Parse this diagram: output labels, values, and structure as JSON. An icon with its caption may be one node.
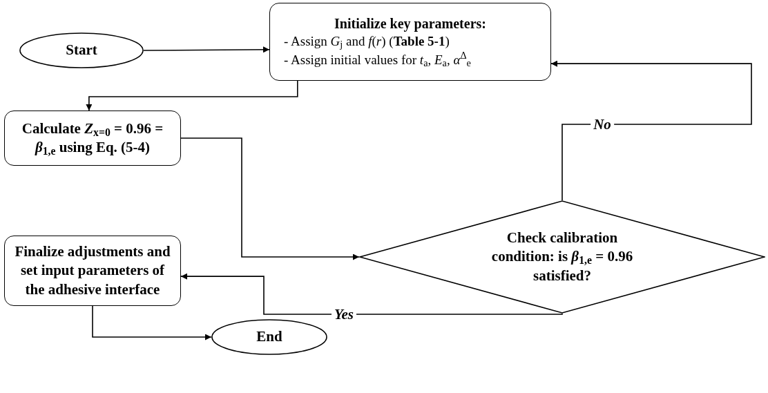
{
  "diagram": {
    "nodes": [
      {
        "text": [
          "Start"
        ]
      },
      {
        "text": [
          "Initialize key parameters:",
          "- Assign *G*$_{j}$ and *f*(*r*) (**Table 5-1**)",
          "- Assign initial values for *t*$_{a}$, *E*$_{a}$, *α*$^{Δ}$$_{e}$"
        ]
      },
      {
        "text": [
          "Calculate *Z*$_{x=0}$ = 0.96 = *β*$_{1,e}$ using Eq. (5-4)"
        ]
      },
      {
        "text": [
          "Check calibration condition: is *β*$_{1,e}$ = 0.96 satisfied?"
        ]
      },
      {
        "text": [
          "Finalize adjustments and set input parameters of the adhesive interface"
        ]
      },
      {
        "text": [
          "End"
        ]
      }
    ],
    "edges": [
      {
        "from": 0,
        "to": 1,
        "arrow": "to"
      },
      {
        "from": 1,
        "to": 2,
        "arrow": "to"
      },
      {
        "from": 2,
        "to": 3,
        "arrow": "to"
      },
      {
        "from": 3,
        "to": 1,
        "arrow": "to",
        "label": "No"
      },
      {
        "from": 3,
        "to": 4,
        "arrow": "to",
        "label": "Yes"
      },
      {
        "from": 4,
        "to": 5,
        "arrow": "to"
      }
    ]
  }
}
